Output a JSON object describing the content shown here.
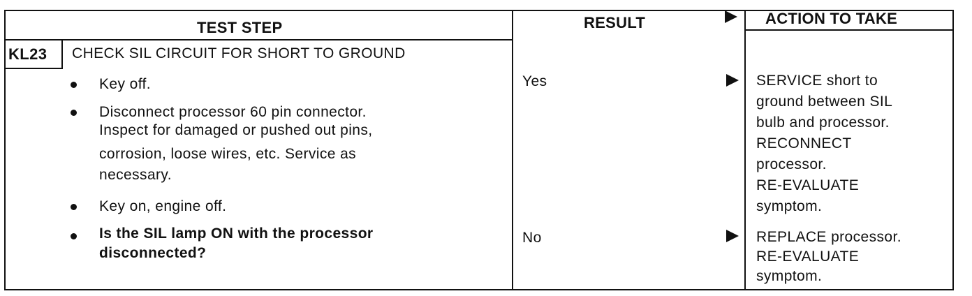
{
  "header": {
    "test_step": "TEST STEP",
    "result": "RESULT",
    "action": "ACTION TO TAKE"
  },
  "step": {
    "code": "KL23",
    "title": "CHECK SIL CIRCUIT FOR SHORT TO GROUND"
  },
  "bullets": [
    [
      "Key off."
    ],
    [
      "Disconnect processor 60 pin connector.",
      "Inspect for damaged or pushed out pins,",
      "corrosion, loose wires, etc. Service as",
      "necessary."
    ],
    [
      "Key on, engine off."
    ],
    [
      "Is the SIL lamp ON with the processor",
      "disconnected?"
    ]
  ],
  "results": [
    {
      "result": "Yes",
      "action": [
        "SERVICE short to",
        "ground between SIL",
        "bulb and processor.",
        "RECONNECT",
        "processor.",
        "RE-EVALUATE",
        "symptom."
      ]
    },
    {
      "result": "No",
      "action": [
        "REPLACE processor.",
        "RE-EVALUATE",
        "symptom."
      ]
    }
  ]
}
